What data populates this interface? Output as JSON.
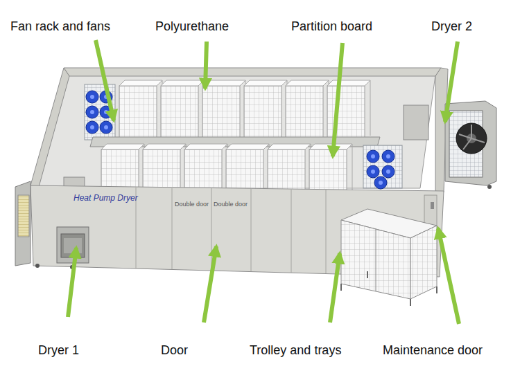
{
  "diagram": {
    "labels": [
      "Fan rack and fans",
      "Polyurethane",
      "Partition board",
      "Dryer 2",
      "Dryer 1",
      "Door",
      "Trolley and trays",
      "Maintenance door",
      "Heat Pump Dryer",
      "Double door",
      "Double door"
    ]
  }
}
